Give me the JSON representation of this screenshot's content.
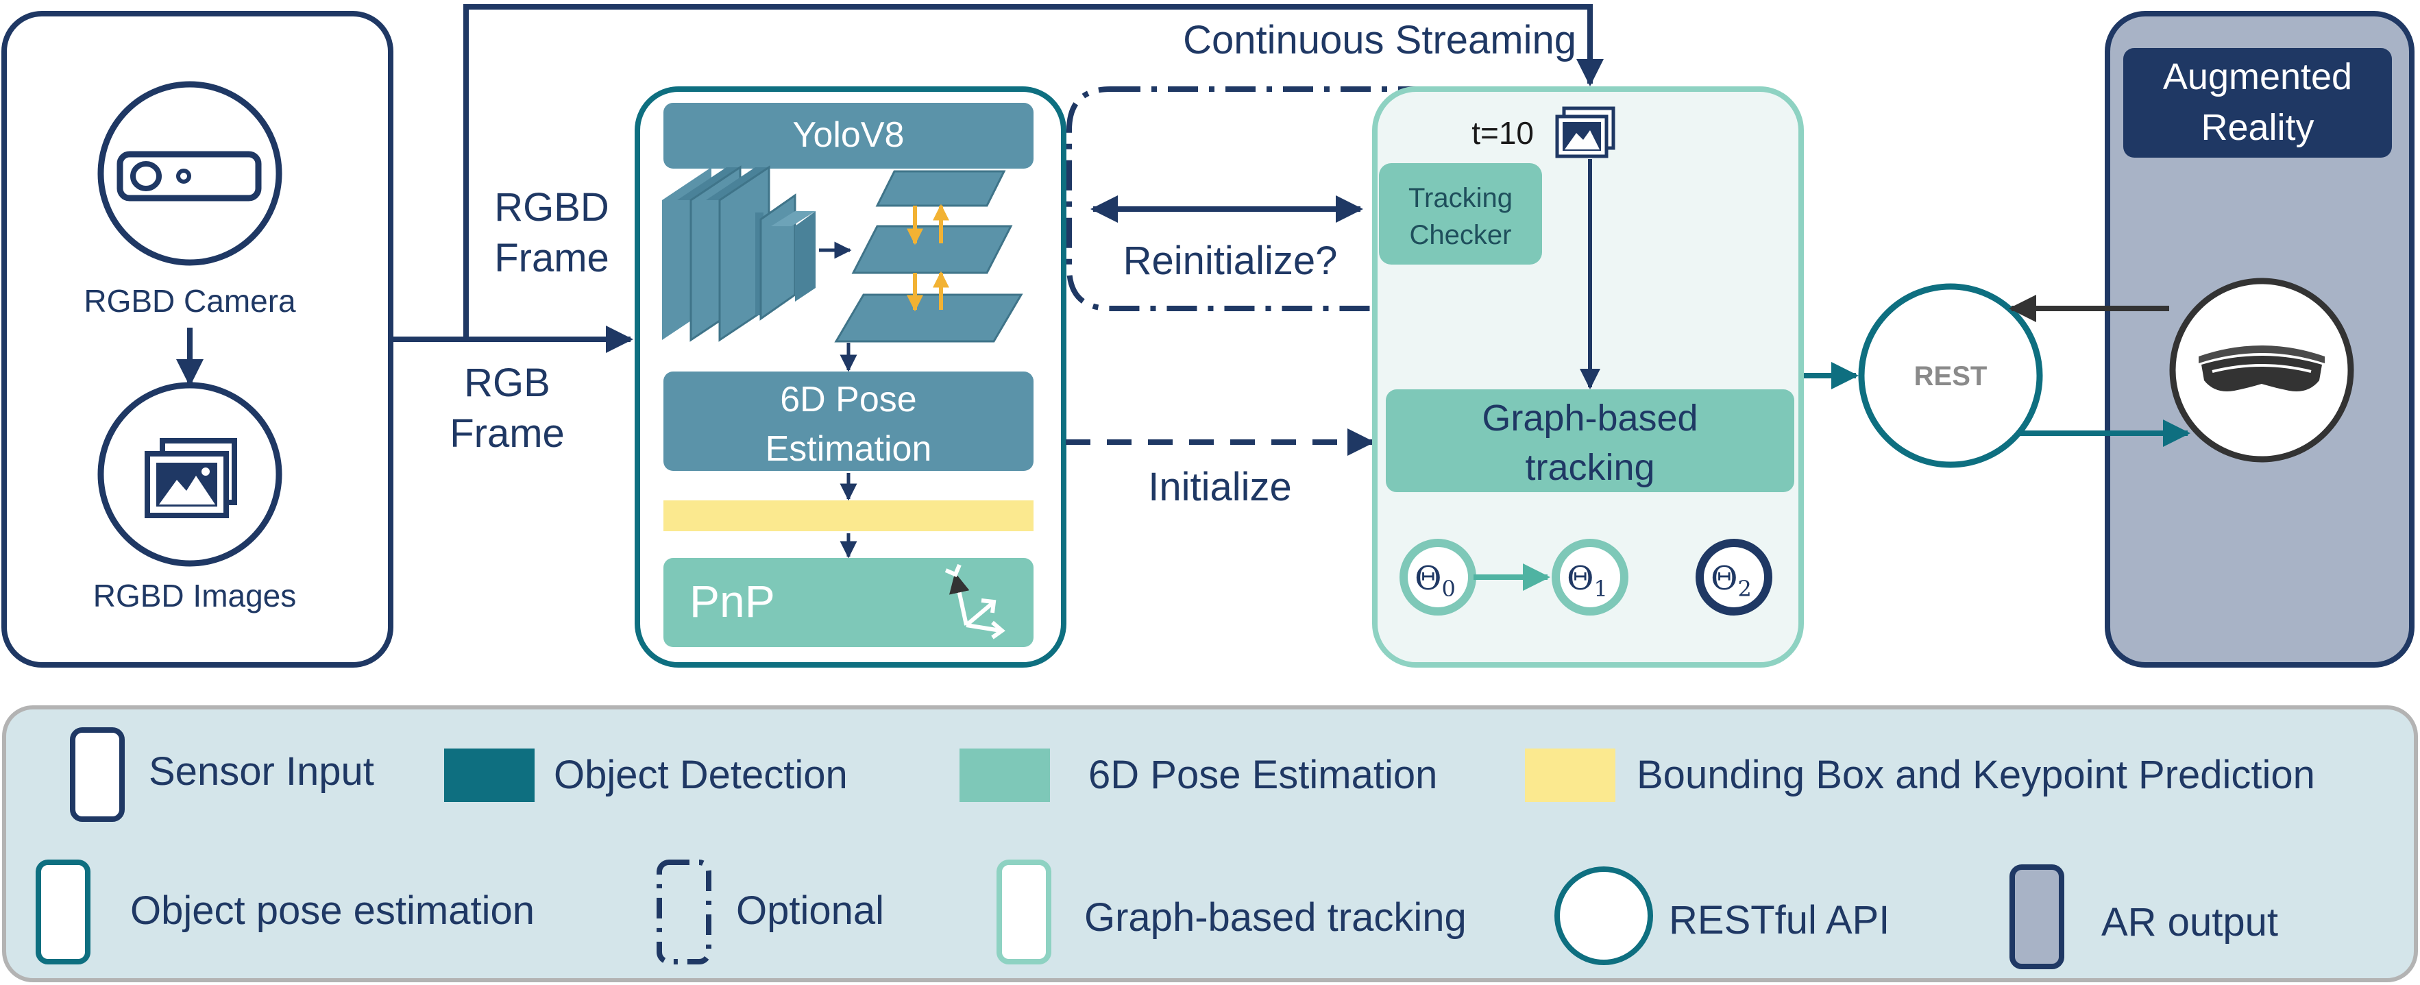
{
  "colors": {
    "navy": "#1f3864",
    "teal_dark": "#0e6f80",
    "teal_block": "#5b93a9",
    "mint": "#7ec8b8",
    "mint_light": "#eef6f5",
    "yellow": "#fbe98f",
    "ar_fill": "#a8b3c6",
    "legend_bg": "#d4e5ea",
    "orange": "#f2b233"
  },
  "sensor": {
    "camera_label": "RGBD Camera",
    "images_label": "RGBD Images"
  },
  "edges": {
    "continuous_streaming": "Continuous Streaming",
    "rgbd_frame_line1": "RGBD",
    "rgbd_frame_line2": "Frame",
    "rgb_frame_line1": "RGB",
    "rgb_frame_line2": "Frame",
    "reinitialize": "Reinitialize?",
    "initialize": "Initialize"
  },
  "pose_estimation": {
    "yolo_label": "YoloV8",
    "pose_line1": "6D Pose",
    "pose_line2": "Estimation",
    "pnp_label": "PnP"
  },
  "tracking": {
    "t_label": "t=10",
    "checker_line1": "Tracking",
    "checker_line2": "Checker",
    "graph_line1": "Graph-based",
    "graph_line2": "tracking",
    "theta0": "Θ",
    "theta0_sub": "0",
    "theta1": "Θ",
    "theta1_sub": "1",
    "theta2": "Θ",
    "theta2_sub": "2"
  },
  "rest": {
    "label": "REST"
  },
  "ar": {
    "line1": "Augmented",
    "line2": "Reality"
  },
  "legend": {
    "sensor_input": "Sensor Input",
    "object_detection": "Object Detection",
    "pose_6d": "6D Pose Estimation",
    "bbox_keypoint": "Bounding Box and Keypoint Prediction",
    "object_pose_estimation": "Object pose estimation",
    "optional": "Optional",
    "graph_tracking": "Graph-based tracking",
    "restful_api": "RESTful API",
    "ar_output": "AR output"
  }
}
